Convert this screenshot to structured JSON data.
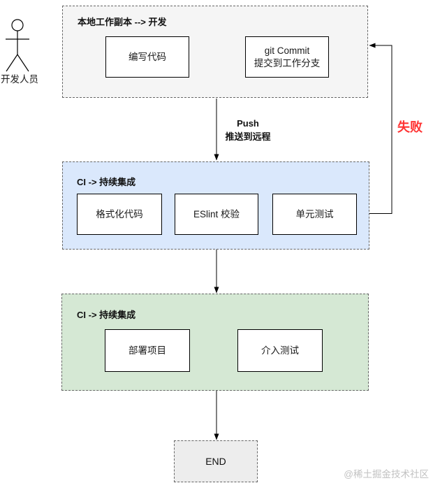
{
  "diagram": {
    "actor": {
      "label": "开发人员"
    },
    "local_group": {
      "title": "本地工作副本 --> 开发",
      "nodes": [
        {
          "label": "编写代码"
        },
        {
          "line1": "git Commit",
          "line2": "提交到工作分支"
        }
      ]
    },
    "push_label": {
      "line1": "Push",
      "line2": "推送到远程"
    },
    "fail_label": "失败",
    "ci_group": {
      "title": "CI -> 持续集成",
      "nodes": [
        "格式化代码",
        "ESlint 校验",
        "单元测试"
      ]
    },
    "cd_group": {
      "title": "CI -> 持续集成",
      "nodes": [
        "部署项目",
        "介入测试"
      ]
    },
    "end_label": "END",
    "watermark": "@稀土掘金技术社区",
    "colors": {
      "container_gray_fill": "#f5f5f5",
      "container_blue_fill": "#dae8fc",
      "container_green_fill": "#d5e8d4",
      "end_fill": "#ededed",
      "dashed_border": "#666666",
      "node_border": "#000000",
      "arrow": "#000000",
      "fail_text": "#ff3333",
      "watermark_text": "#c2c2c2"
    }
  }
}
